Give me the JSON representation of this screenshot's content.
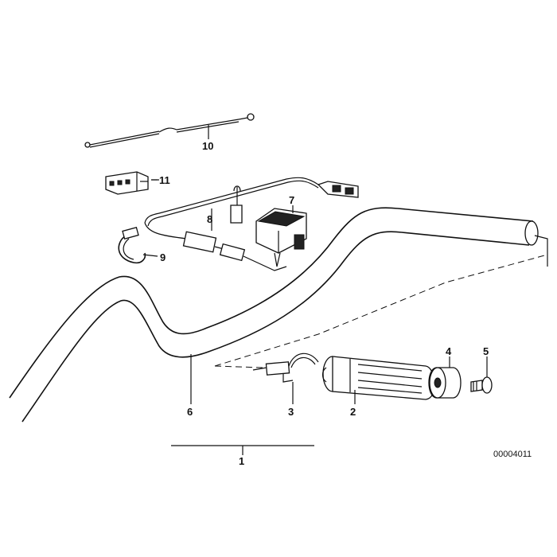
{
  "diagram": {
    "reference_number": "00004011",
    "callouts": {
      "c1": "1",
      "c2": "2",
      "c3": "3",
      "c4": "4",
      "c5": "5",
      "c6": "6",
      "c7": "7",
      "c8": "8",
      "c9": "9",
      "c10": "10",
      "c11": "11"
    }
  }
}
